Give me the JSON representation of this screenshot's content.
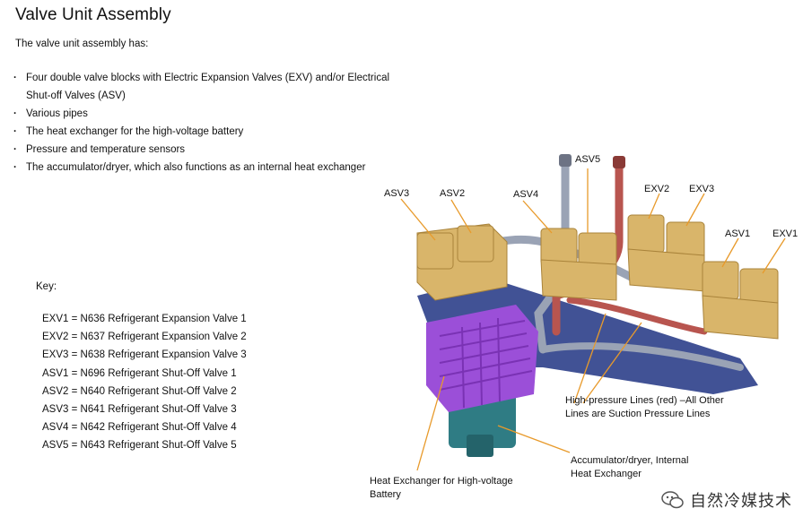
{
  "title": "Valve Unit Assembly",
  "intro": "The valve unit assembly has:",
  "bullets": [
    "Four double valve blocks with Electric Expansion Valves (EXV) and/or Electrical Shut-off Valves (ASV)",
    "Various pipes",
    "The heat exchanger for the high-voltage battery",
    "Pressure and temperature sensors",
    "The accumulator/dryer, which also functions as an internal heat exchanger"
  ],
  "key": {
    "title": "Key:",
    "items": [
      "EXV1 = N636 Refrigerant Expansion Valve 1",
      "EXV2 = N637 Refrigerant Expansion Valve 2",
      "EXV3 = N638 Refrigerant Expansion Valve 3",
      "ASV1 = N696 Refrigerant Shut-Off Valve 1",
      "ASV2 = N640 Refrigerant Shut-Off Valve 2",
      "ASV3 = N641 Refrigerant Shut-Off Valve 3",
      "ASV4 = N642 Refrigerant Shut-Off Valve 4",
      "ASV5 = N643 Refrigerant Shut-Off Valve 5"
    ]
  },
  "diagram_labels": {
    "asv3": "ASV3",
    "asv2": "ASV2",
    "asv4": "ASV4",
    "asv5": "ASV5",
    "exv2": "EXV2",
    "exv3": "EXV3",
    "asv1": "ASV1",
    "exv1": "EXV1",
    "lines": "High-pressure Lines (red) –All Other Lines are Suction Pressure Lines",
    "accumulator": "Accumulator/dryer, Internal Heat Exchanger",
    "heat_exchanger": "Heat Exchanger for High-voltage Battery"
  },
  "watermark": "自然冷媒技术",
  "colors": {
    "valve_block": "#d9b56a",
    "heat_exchanger": "#9b4fd8",
    "accumulator": "#2f7c84",
    "suction_pipe": "#9aa3b5",
    "high_pressure_pipe": "#b8554f",
    "bracket": "#2c3f8a",
    "leader_line": "#e89a2b"
  }
}
